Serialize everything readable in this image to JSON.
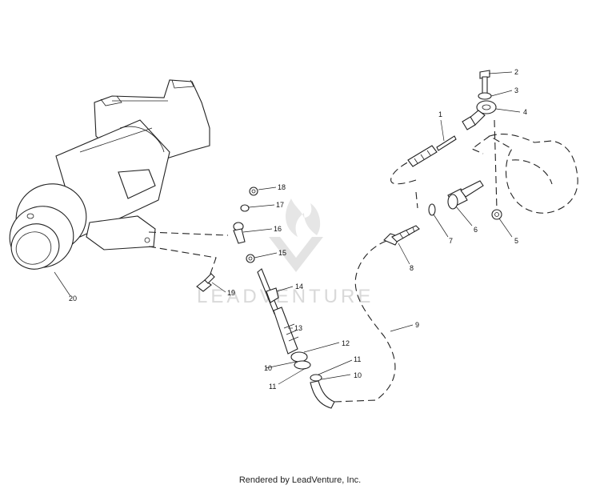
{
  "watermark": {
    "text": "LEADVENTURE"
  },
  "footer": {
    "text": "Rendered by LeadVenture, Inc."
  },
  "callouts": [
    {
      "id": "c1",
      "label": "1"
    },
    {
      "id": "c2",
      "label": "2"
    },
    {
      "id": "c3",
      "label": "3"
    },
    {
      "id": "c4",
      "label": "4"
    },
    {
      "id": "c5",
      "label": "5"
    },
    {
      "id": "c6",
      "label": "6"
    },
    {
      "id": "c7",
      "label": "7"
    },
    {
      "id": "c8",
      "label": "8"
    },
    {
      "id": "c9",
      "label": "9"
    },
    {
      "id": "c10a",
      "label": "10"
    },
    {
      "id": "c10b",
      "label": "10"
    },
    {
      "id": "c11a",
      "label": "11"
    },
    {
      "id": "c11b",
      "label": "11"
    },
    {
      "id": "c12",
      "label": "12"
    },
    {
      "id": "c13",
      "label": "13"
    },
    {
      "id": "c14",
      "label": "14"
    },
    {
      "id": "c15",
      "label": "15"
    },
    {
      "id": "c16",
      "label": "16"
    },
    {
      "id": "c17",
      "label": "17"
    },
    {
      "id": "c18",
      "label": "18"
    },
    {
      "id": "c19",
      "label": "19"
    },
    {
      "id": "c20",
      "label": "20"
    }
  ]
}
